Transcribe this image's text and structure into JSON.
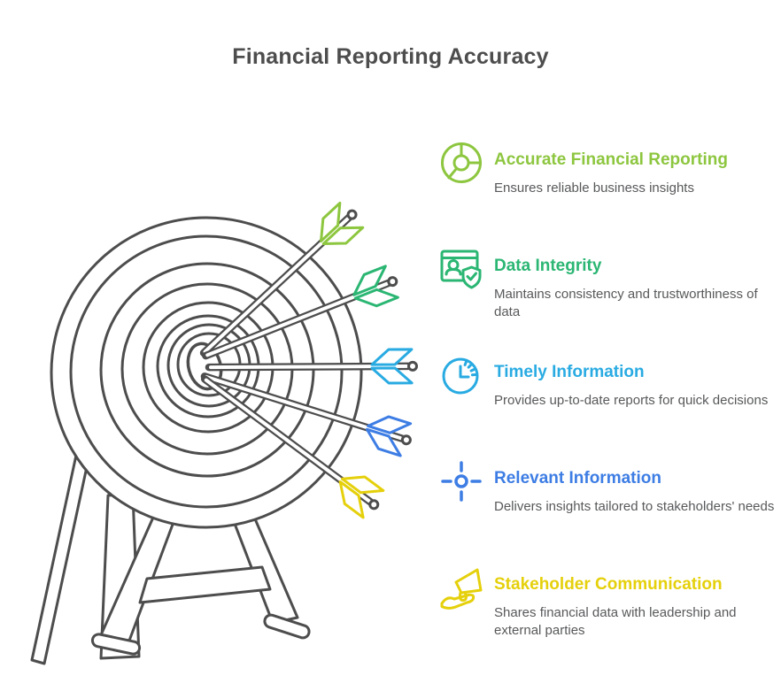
{
  "title": "Financial Reporting Accuracy",
  "colors": {
    "background": "#ffffff",
    "artwork_line": "#4d4d4d",
    "heading_gray": "#4d4d4d",
    "description_text": "#58595b"
  },
  "items": [
    {
      "icon": "pie-chart-icon",
      "color": "#8dc63f",
      "title": "Accurate Financial Reporting",
      "description": "Ensures reliable business insights"
    },
    {
      "icon": "window-user-shield-icon",
      "color": "#2bb673",
      "title": "Data Integrity",
      "description": "Maintains consistency and trustworthiness of data"
    },
    {
      "icon": "clock-icon",
      "color": "#29abe2",
      "title": "Timely Information",
      "description": "Provides up-to-date reports for quick decisions"
    },
    {
      "icon": "crosshair-icon",
      "color": "#3d7de4",
      "title": "Relevant Information",
      "description": "Delivers insights tailored to stakeholders' needs"
    },
    {
      "icon": "megaphone-hand-icon",
      "color": "#e5d00b",
      "title": "Stakeholder Communication",
      "description": "Shares financial data with leadership and external parties"
    }
  ],
  "illustration": {
    "name": "archery-target-with-five-arrows",
    "arrows": [
      {
        "color": "#8dc63f"
      },
      {
        "color": "#2bb673"
      },
      {
        "color": "#29abe2"
      },
      {
        "color": "#3d7de4"
      },
      {
        "color": "#e5d00b"
      }
    ]
  }
}
